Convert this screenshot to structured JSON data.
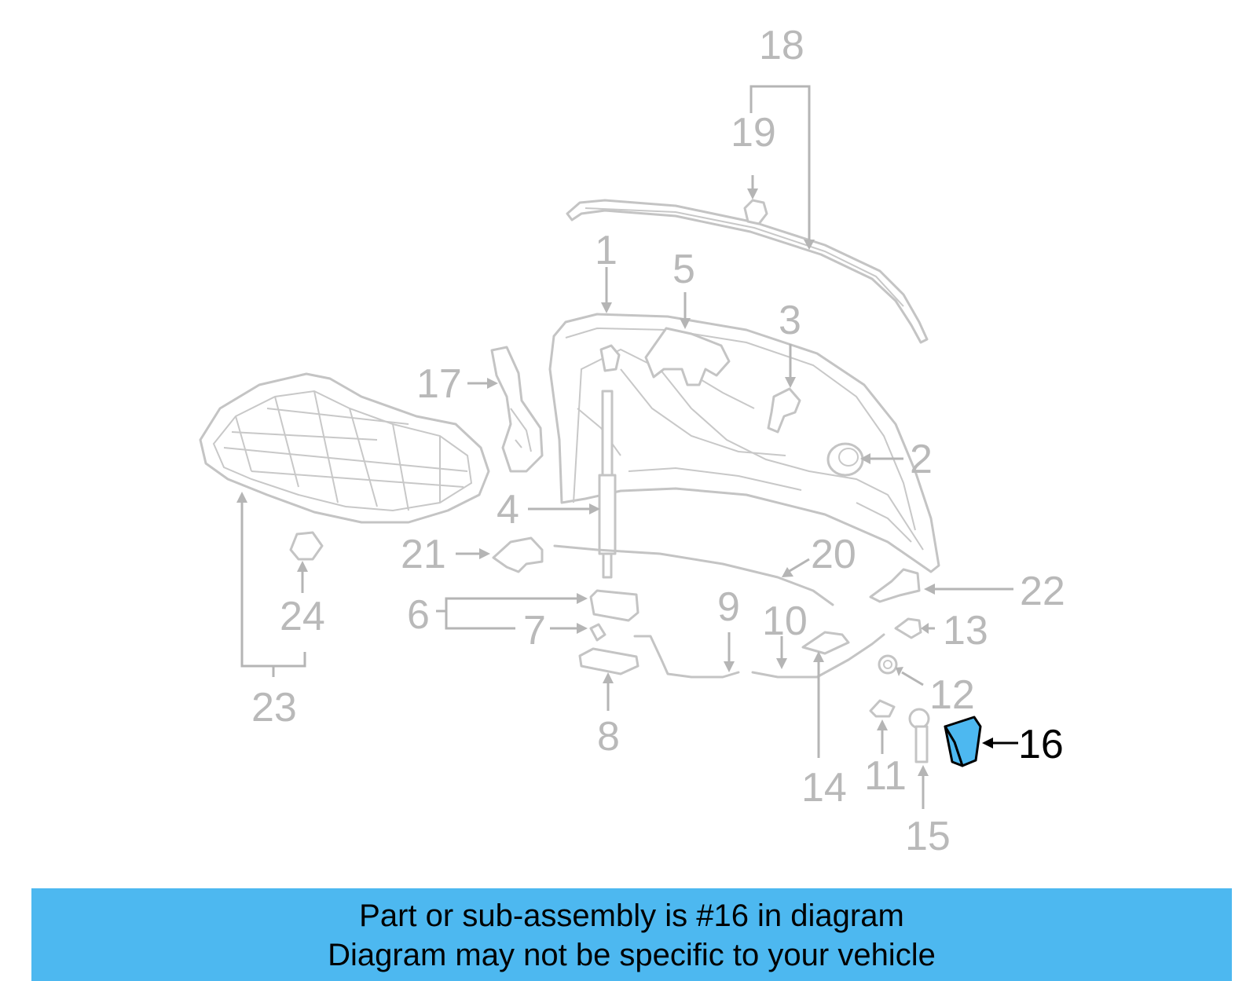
{
  "callouts": {
    "c1": "1",
    "c2": "2",
    "c3": "3",
    "c4": "4",
    "c5": "5",
    "c6": "6",
    "c7": "7",
    "c8": "8",
    "c9": "9",
    "c10": "10",
    "c11": "11",
    "c12": "12",
    "c13": "13",
    "c14": "14",
    "c15": "15",
    "c16": "16",
    "c17": "17",
    "c18": "18",
    "c19": "19",
    "c20": "20",
    "c21": "21",
    "c22": "22",
    "c23": "23",
    "c24": "24"
  },
  "highlighted_part": "16",
  "colors": {
    "highlight": "#4db8f0",
    "parts": "#c4c4c4",
    "text": "#000000"
  },
  "banner": {
    "line1": "Part or sub-assembly is #16 in diagram",
    "line2": "Diagram may not be specific to your vehicle"
  }
}
